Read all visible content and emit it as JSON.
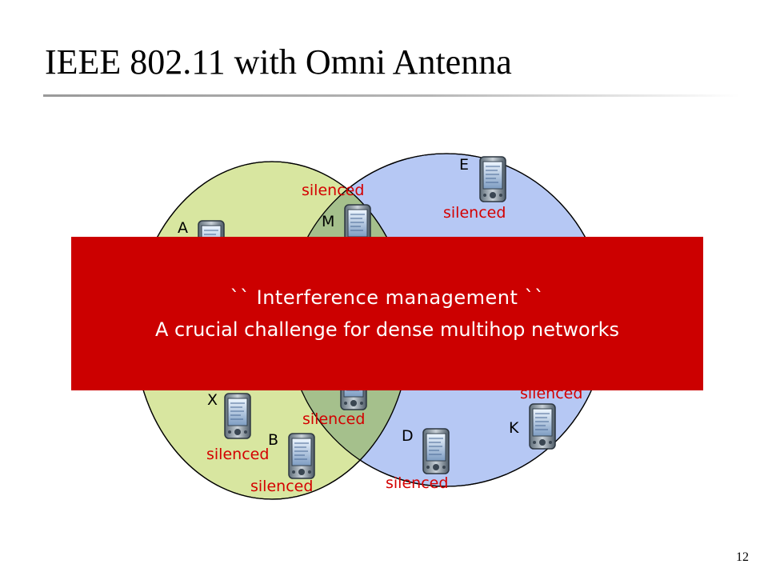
{
  "slide": {
    "title": "IEEE 802.11 with Omni Antenna",
    "page_number": "12"
  },
  "diagram": {
    "nodes": {
      "E": "E",
      "M": "M",
      "A": "A",
      "X": "X",
      "B": "B",
      "D": "D",
      "K": "K"
    },
    "status_label": "silenced",
    "colors": {
      "left_range": "#d8e6a0",
      "right_range": "#b6c8f4",
      "overlap": "#a5c08c",
      "silenced_text": "#d40000",
      "banner": "#cc0000"
    }
  },
  "callout": {
    "line1": "`` Interference management ``",
    "line2": "A crucial challenge for dense multihop networks"
  }
}
